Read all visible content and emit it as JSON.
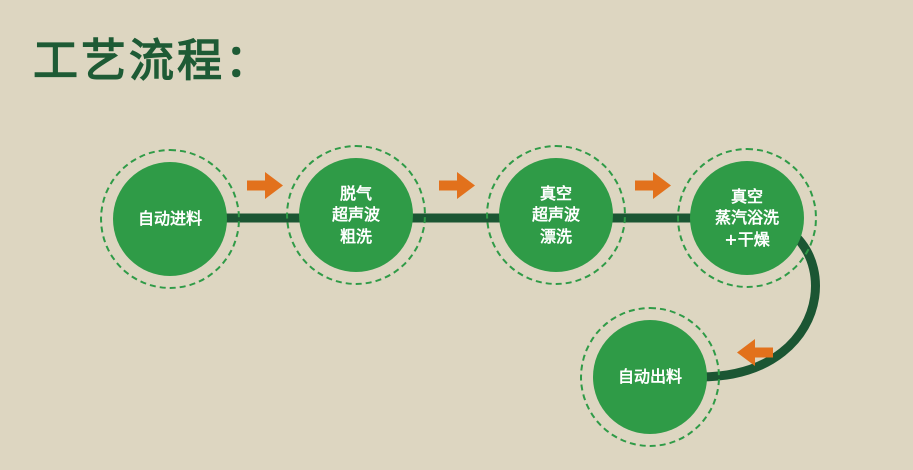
{
  "title": "工艺流程：",
  "colors": {
    "background": "#ddd6c1",
    "title_text": "#1e5b35",
    "circle_fill": "#2f9b47",
    "dashed_ring": "#2f9b47",
    "connector_line": "#1b5633",
    "arrow": "#e2711c",
    "node_text": "#ffffff"
  },
  "nodes": [
    {
      "id": "auto-feed",
      "lines": [
        "自动进料"
      ]
    },
    {
      "id": "degas-ultrasonic-rough-wash",
      "lines": [
        "脱气",
        "超声波",
        "粗洗"
      ]
    },
    {
      "id": "vacuum-ultrasonic-rinse",
      "lines": [
        "真空",
        "超声波",
        "漂洗"
      ]
    },
    {
      "id": "vacuum-steam-bath-dry",
      "lines": [
        "真空",
        "蒸汽浴洗",
        "+干燥"
      ]
    },
    {
      "id": "auto-discharge",
      "lines": [
        "自动出料"
      ]
    }
  ],
  "arrows": [
    {
      "id": "arrow-1",
      "direction": "right"
    },
    {
      "id": "arrow-2",
      "direction": "right"
    },
    {
      "id": "arrow-3",
      "direction": "right"
    },
    {
      "id": "arrow-4",
      "direction": "left"
    }
  ]
}
